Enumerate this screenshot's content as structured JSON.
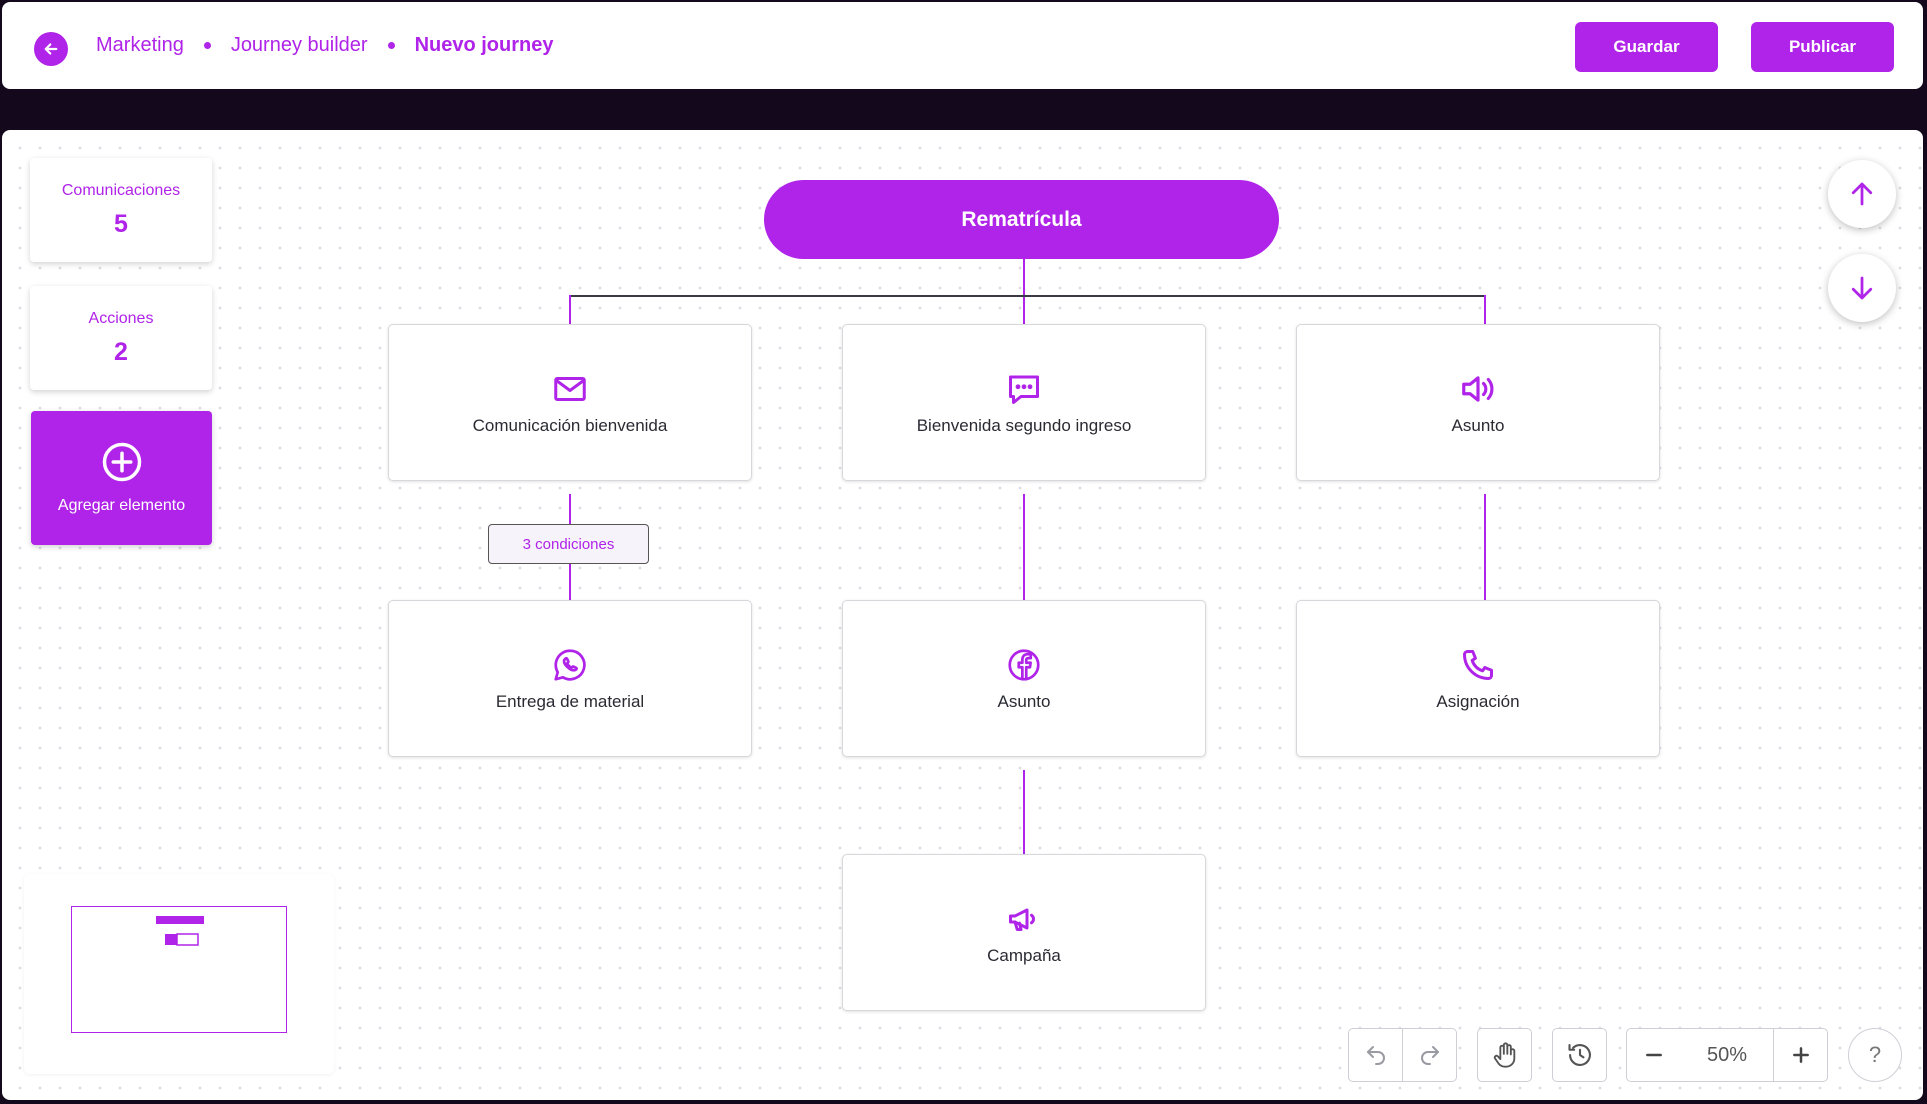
{
  "header": {
    "breadcrumb": [
      "Marketing",
      "Journey builder",
      "Nuevo journey"
    ],
    "save_label": "Guardar",
    "publish_label": "Publicar"
  },
  "sidebar": {
    "stats": [
      {
        "label": "Comunicaciones",
        "value": "5"
      },
      {
        "label": "Acciones",
        "value": "2"
      }
    ],
    "add_label": "Agregar elemento"
  },
  "flow": {
    "root": "Rematrícula",
    "nodes": [
      {
        "title": "Comunicación bienvenida",
        "icon": "mail-icon"
      },
      {
        "title": "Bienvenida segundo ingreso",
        "icon": "message-icon"
      },
      {
        "title": "Asunto",
        "icon": "speaker-icon"
      },
      {
        "title": "Entrega de material",
        "icon": "whatsapp-icon"
      },
      {
        "title": "Asunto",
        "icon": "facebook-icon"
      },
      {
        "title": "Asignación",
        "icon": "phone-icon"
      },
      {
        "title": "Campaña",
        "icon": "megaphone-icon"
      }
    ],
    "condition_badge": "3 condiciones"
  },
  "toolbar": {
    "zoom": "50%",
    "help": "?"
  },
  "colors": {
    "accent": "#b023e8",
    "background": "#14091c",
    "text": "#2a2a33"
  }
}
